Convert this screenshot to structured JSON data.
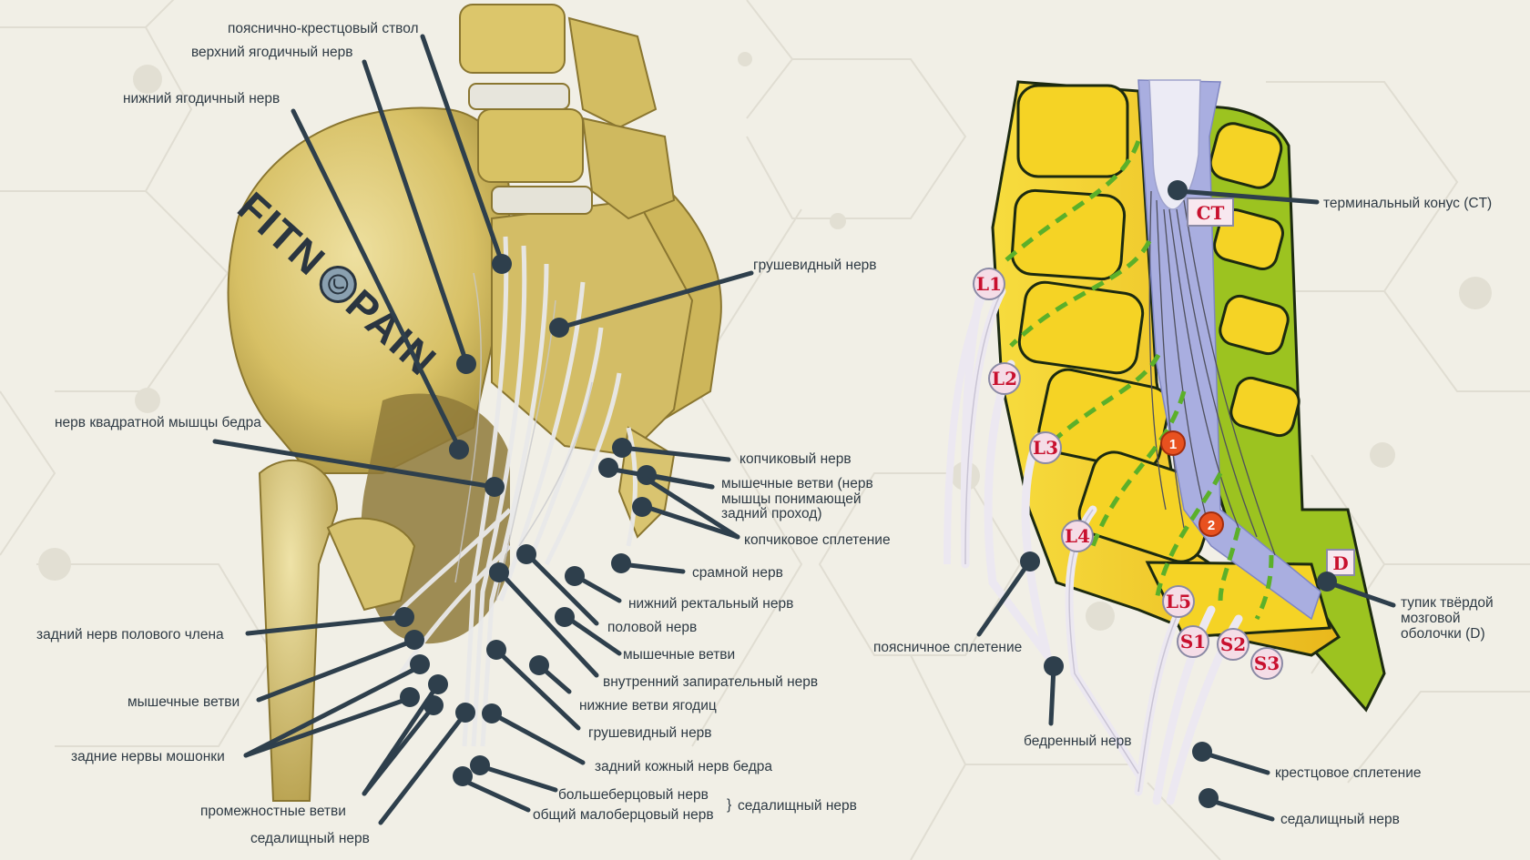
{
  "logo": {
    "text_left": "FITN",
    "text_right": "PAIN"
  },
  "left_labels": {
    "lumbosacral_trunk": "пояснично-крестцовый ствол",
    "superior_gluteal_nerve": "верхний ягодичный нерв",
    "inferior_gluteal_nerve": "нижний ягодичный нерв",
    "piriformis_nerve_top": "грушевидный нерв",
    "quadratus_femoris_nerve": "нерв квадратной мышцы бедра",
    "coccygeal_nerve": "копчиковый нерв",
    "muscular_branches_pass_1": "мышечные ветви (нерв",
    "muscular_branches_pass_2": "мышцы понимающей",
    "muscular_branches_pass_3": "задний проход)",
    "coccygeal_plexus": "копчиковое сплетение",
    "pudendal_nerve": "срамной нерв",
    "inferior_rectal_nerve": "нижний ректальный нерв",
    "genital_nerve": "половой нерв",
    "muscular_branches_right": "мышечные ветви",
    "internal_obturator_nerve": "внутренний запирательный нерв",
    "inferior_cluneal_branches": "нижние ветви ягодиц",
    "piriformis_nerve_bottom": "грушевидный нерв",
    "posterior_femoral_cutaneous": "задний кожный нерв бедра",
    "tibial_nerve": "большеберцовый нерв",
    "common_peroneal_nerve": "общий малоберцовый нерв",
    "sciatic_brace": "седалищный нерв",
    "dorsal_penile_nerve": "задний нерв полового члена",
    "muscular_branches_left": "мышечные ветви",
    "posterior_scrotal_nerves": "задние нервы мошонки",
    "perineal_branches": "промежностные ветви",
    "sciatic_nerve_left": "седалищный нерв"
  },
  "right_labels": {
    "conus_terminalis": "терминальный конус (CT)",
    "dural_sac_1": "тупик твёрдой",
    "dural_sac_2": "мозговой",
    "dural_sac_3": "оболочки (D)",
    "lumbar_plexus": "поясничное сплетение",
    "femoral_nerve": "бедренный нерв",
    "sacral_plexus": "крестцовое сплетение",
    "sciatic_nerve_right": "седалищный нерв"
  },
  "segments": [
    "L1",
    "L2",
    "L3",
    "L4",
    "L5",
    "S1",
    "S2",
    "S3",
    "CT",
    "D"
  ],
  "markers": [
    "1",
    "2"
  ],
  "colors": {
    "background": "#f1efe6",
    "bone": "#d9c46a",
    "vertebra": "#f2cd2a",
    "spinal_cord": "#a9aee0",
    "posterior": "#9cc320",
    "leader": "#2e3f4c",
    "segment_red": "#c8102e",
    "dashed_green": "#5bb02a"
  },
  "icons": [
    "logo-emblem-icon"
  ]
}
